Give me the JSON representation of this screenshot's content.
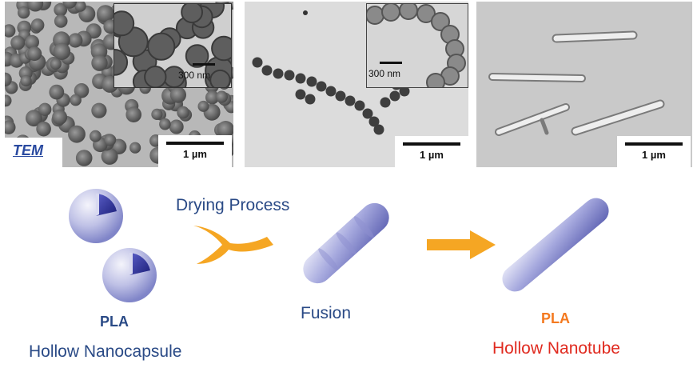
{
  "tem_label": "TEM",
  "panels": [
    {
      "scale_label": "1 µm",
      "inset_scale_label": "300 nm"
    },
    {
      "scale_label": "1 µm",
      "inset_scale_label": "300 nm"
    },
    {
      "scale_label": "1 µm"
    }
  ],
  "process": {
    "drying": "Drying Process",
    "fusion": "Fusion"
  },
  "start": {
    "material": "PLA",
    "name": "Hollow Nanocapsule"
  },
  "end": {
    "material": "PLA",
    "name": "Hollow Nanotube"
  },
  "colors": {
    "blue_text": "#2a4a86",
    "red_text": "#e02a1f",
    "orange_text": "#f47a20",
    "arrow": "#f5a623",
    "capsule": "#8f93d6"
  }
}
